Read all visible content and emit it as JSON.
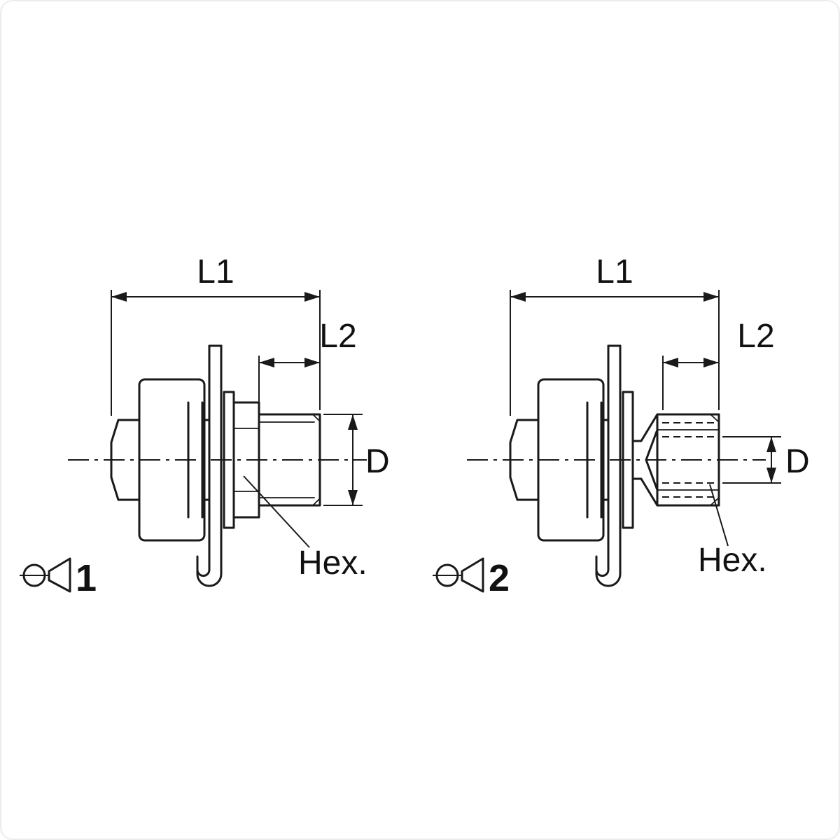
{
  "figure": {
    "background": "#ffffff",
    "line_color": "#1a1a1a",
    "views": [
      {
        "variant_label": "1",
        "projection_symbol": "first-angle-projection-icon",
        "labels": {
          "l1": "L1",
          "l2": "L2",
          "d": "D",
          "hex": "Hex."
        }
      },
      {
        "variant_label": "2",
        "projection_symbol": "first-angle-projection-icon",
        "labels": {
          "l1": "L1",
          "l2": "L2",
          "d": "D",
          "hex": "Hex."
        }
      }
    ]
  }
}
